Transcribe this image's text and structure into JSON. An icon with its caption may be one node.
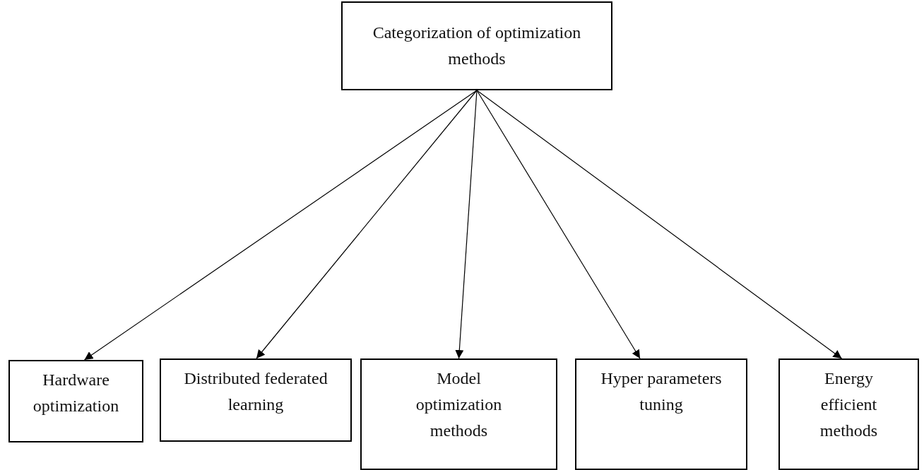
{
  "diagram": {
    "nodes": [
      {
        "text": [
          "Categorization of optimization methods"
        ]
      },
      {
        "text": [
          "Hardware optimization"
        ]
      },
      {
        "text": [
          "Distributed federated learning"
        ]
      },
      {
        "text": [
          "Model optimization methods"
        ]
      },
      {
        "text": [
          "Hyper parameters tuning"
        ]
      },
      {
        "text": [
          "Energy efficient methods"
        ]
      }
    ],
    "edges": [
      {
        "from": 0,
        "to": 1,
        "arrow": "to"
      },
      {
        "from": 0,
        "to": 2,
        "arrow": "to"
      },
      {
        "from": 0,
        "to": 3,
        "arrow": "to"
      },
      {
        "from": 0,
        "to": 4,
        "arrow": "to"
      },
      {
        "from": 0,
        "to": 5,
        "arrow": "to"
      }
    ]
  }
}
